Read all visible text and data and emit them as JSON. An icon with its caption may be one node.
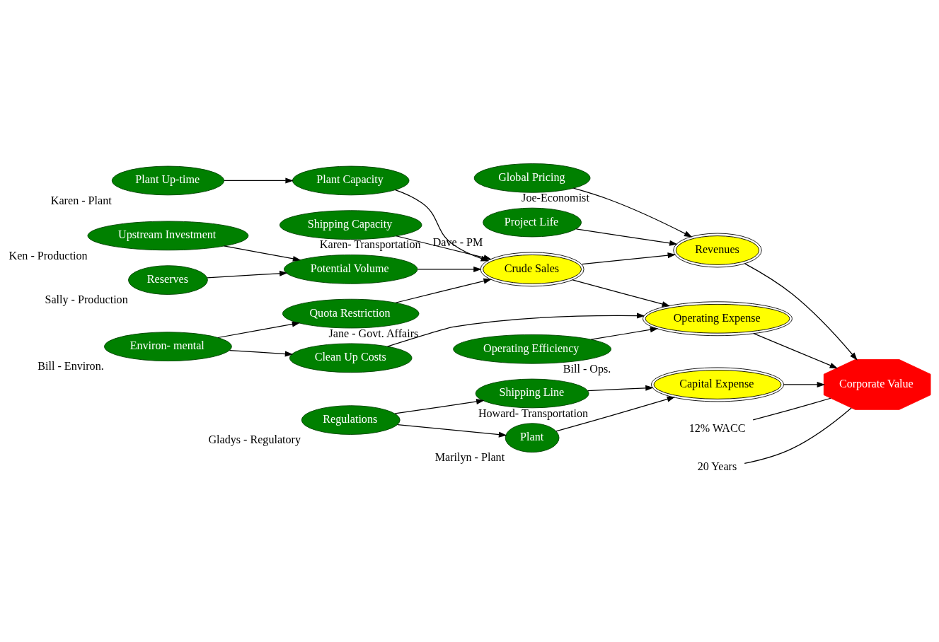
{
  "diagram": {
    "nodes": [
      {
        "text": [
          "Reserves"
        ],
        "beside": [
          "Sally - Production"
        ]
      },
      {
        "text": [
          "Upstream Investment"
        ],
        "beside": [
          "Ken - Production"
        ]
      },
      {
        "text": [
          "Potential Volume"
        ]
      },
      {
        "text": [
          "Project Life"
        ],
        "beside": [
          "Dave - PM"
        ]
      },
      {
        "text": [
          "Global Pricing"
        ],
        "beside": [
          "Joe-Economist"
        ]
      },
      {
        "text": [
          "Plant Up-time"
        ],
        "beside": [
          "Karen - Plant"
        ]
      },
      {
        "text": [
          "Plant Capacity"
        ]
      },
      {
        "text": [
          "Shipping Capacity"
        ],
        "beside": [
          "Karen- Transportation"
        ]
      },
      {
        "text": [
          "Crude Sales"
        ]
      },
      {
        "text": [
          "Revenues"
        ]
      },
      {
        "text": [
          "Corporate Value"
        ]
      },
      {
        "text": [
          "Quota Restriction"
        ],
        "beside": [
          "Jane - Govt. Affairs"
        ]
      },
      {
        "text": [
          "Operating Efficiency"
        ],
        "beside": [
          "Bill - Ops."
        ]
      },
      {
        "text": [
          "Operating Expense"
        ]
      },
      {
        "text": [
          "Capital Expense"
        ]
      },
      {
        "text": [
          "Environ- mental"
        ],
        "beside": [
          "Bill - Environ."
        ]
      },
      {
        "text": [
          "Clean Up Costs"
        ]
      },
      {
        "text": [
          "Shipping Line"
        ],
        "beside": [
          "Howard- Transportation"
        ]
      },
      {
        "text": [
          "Regulations"
        ],
        "beside": [
          "Gladys - Regulatory"
        ]
      },
      {
        "text": [
          "Plant"
        ],
        "beside": [
          "Marilyn - Plant"
        ]
      },
      {
        "text": [
          "12% WACC"
        ]
      },
      {
        "text": [
          "20 Years"
        ]
      }
    ],
    "edges": [
      {
        "from": 0,
        "to": 2,
        "arrow": "to"
      },
      {
        "from": 1,
        "to": 2,
        "arrow": "to"
      },
      {
        "from": 2,
        "to": 8,
        "arrow": "to"
      },
      {
        "from": 5,
        "to": 6,
        "arrow": "to"
      },
      {
        "from": 6,
        "to": 8,
        "arrow": "to"
      },
      {
        "from": 7,
        "to": 8,
        "arrow": "to"
      },
      {
        "from": 11,
        "to": 8,
        "arrow": "to"
      },
      {
        "from": 3,
        "to": 9,
        "arrow": "to"
      },
      {
        "from": 4,
        "to": 9,
        "arrow": "to"
      },
      {
        "from": 8,
        "to": 9,
        "arrow": "to"
      },
      {
        "from": 8,
        "to": 13,
        "arrow": "to"
      },
      {
        "from": 9,
        "to": 10,
        "arrow": "to"
      },
      {
        "from": 13,
        "to": 10,
        "arrow": "to"
      },
      {
        "from": 14,
        "to": 10,
        "arrow": "to"
      },
      {
        "from": 12,
        "to": 13,
        "arrow": "to"
      },
      {
        "from": 16,
        "to": 13,
        "arrow": "to"
      },
      {
        "from": 15,
        "to": 11,
        "arrow": "to"
      },
      {
        "from": 15,
        "to": 16,
        "arrow": "to"
      },
      {
        "from": 18,
        "to": 17,
        "arrow": "to"
      },
      {
        "from": 17,
        "to": 14,
        "arrow": "to"
      },
      {
        "from": 18,
        "to": 19,
        "arrow": "to"
      },
      {
        "from": 19,
        "to": 14,
        "arrow": "to"
      },
      {
        "from": 20,
        "to": 10,
        "arrow": "none"
      },
      {
        "from": 21,
        "to": 10,
        "arrow": "none"
      }
    ]
  }
}
